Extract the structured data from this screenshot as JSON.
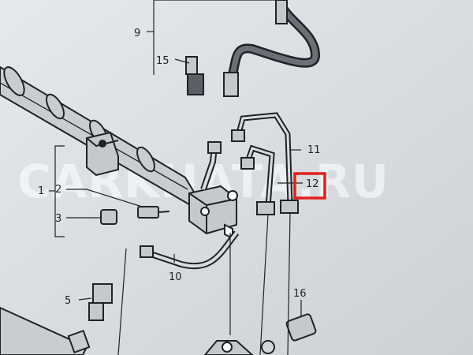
{
  "diagram": {
    "watermark": "CARKHATA.RU",
    "callouts": {
      "c1": "1",
      "c2": "2",
      "c3": "3",
      "c5": "5",
      "c9": "9",
      "c10": "10",
      "c11": "11",
      "c12": "12",
      "c15": "15",
      "c16": "16"
    },
    "highlighted_callout": "12",
    "colors": {
      "paper": "#d9dde0",
      "ink": "#1e2328",
      "part_fill": "#c9cdd0",
      "highlight": "#e0211b"
    }
  }
}
